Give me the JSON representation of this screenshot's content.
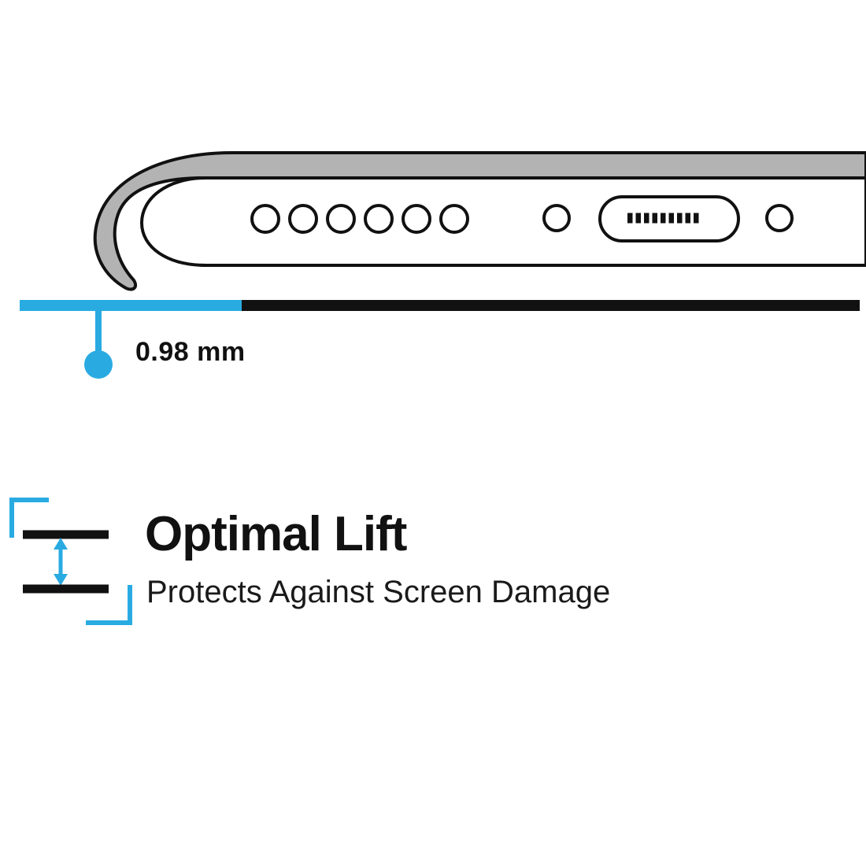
{
  "colors": {
    "accent": "#29ABE2",
    "ink": "#111111",
    "case_gray": "#B3B3B3",
    "background": "#FFFFFF"
  },
  "phone_diagram": {
    "measurement_label": "0.98 mm",
    "parts": {
      "speaker_holes": 6,
      "screws": 2,
      "charging_port": "lightning-port",
      "lift_gap_bar_color": "#29ABE2",
      "phone_edge_bar_color": "#111111"
    }
  },
  "feature": {
    "title": "Optimal Lift",
    "subtitle": "Protects Against Screen Damage"
  }
}
